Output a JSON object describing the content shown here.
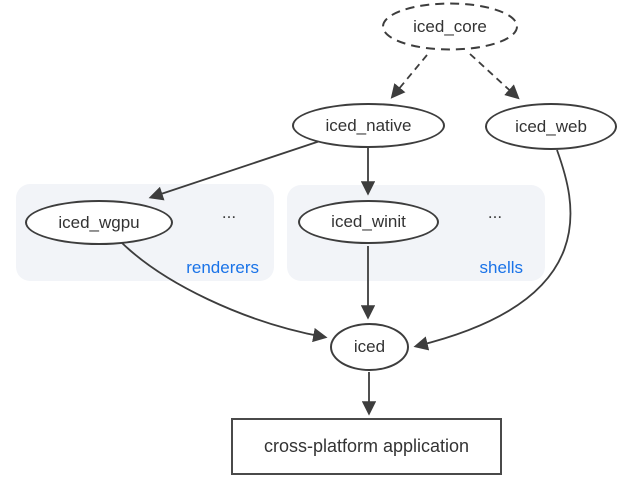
{
  "colors": {
    "background": "#ffffff",
    "stroke": "#3d3d3d",
    "text": "#333333",
    "accent_blue": "#1a73e8",
    "group_fill": "#f2f4f8"
  },
  "nodes": {
    "iced_core": {
      "label": "iced_core",
      "shape": "dashed-ellipse"
    },
    "iced_native": {
      "label": "iced_native",
      "shape": "ellipse"
    },
    "iced_web": {
      "label": "iced_web",
      "shape": "ellipse"
    },
    "iced_wgpu": {
      "label": "iced_wgpu",
      "shape": "ellipse"
    },
    "iced_winit": {
      "label": "iced_winit",
      "shape": "ellipse"
    },
    "iced": {
      "label": "iced",
      "shape": "ellipse"
    },
    "application": {
      "label": "cross-platform application",
      "shape": "rect"
    }
  },
  "groups": {
    "renderers": {
      "label": "renderers",
      "ellipsis": "..."
    },
    "shells": {
      "label": "shells",
      "ellipsis": "..."
    }
  },
  "edges": [
    {
      "from": "iced_core",
      "to": "iced_native",
      "style": "dashed"
    },
    {
      "from": "iced_core",
      "to": "iced_web",
      "style": "dashed"
    },
    {
      "from": "iced_native",
      "to": "iced_wgpu",
      "style": "solid"
    },
    {
      "from": "iced_native",
      "to": "iced_winit",
      "style": "solid"
    },
    {
      "from": "iced_wgpu",
      "to": "iced",
      "style": "solid"
    },
    {
      "from": "iced_winit",
      "to": "iced",
      "style": "solid"
    },
    {
      "from": "iced_web",
      "to": "iced",
      "style": "solid"
    },
    {
      "from": "iced",
      "to": "application",
      "style": "solid"
    }
  ]
}
